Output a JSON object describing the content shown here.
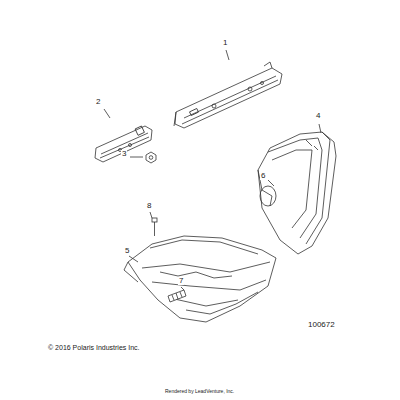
{
  "diagram": {
    "labels": [
      "1",
      "2",
      "3",
      "4",
      "5",
      "6",
      "7",
      "8",
      "100672",
      "© 2016 Polaris Industries Inc.",
      "Rendered by LeadVenture, Inc."
    ]
  }
}
